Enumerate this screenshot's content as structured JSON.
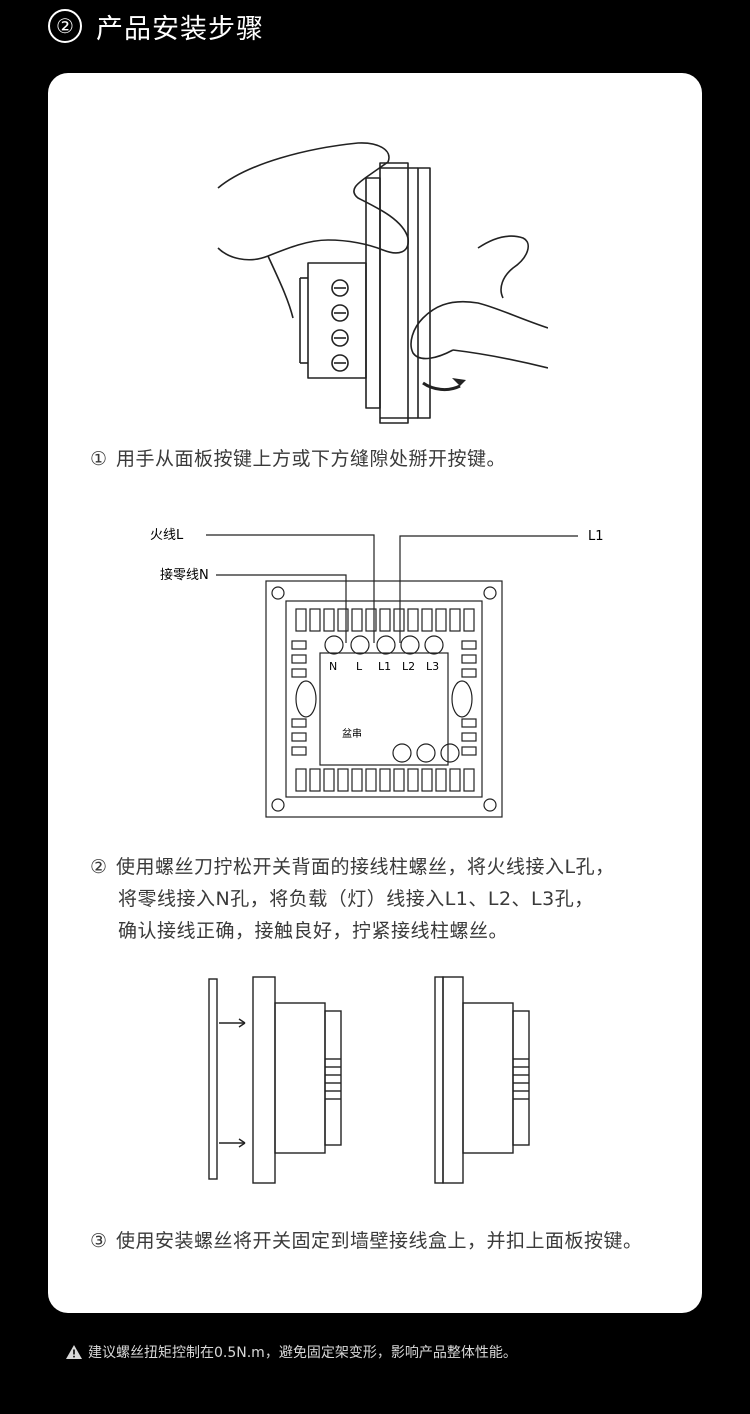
{
  "header": {
    "number": "②",
    "title": "产品安装步骤"
  },
  "steps": [
    {
      "number": "①",
      "lines": [
        "用手从面板按键上方或下方缝隙处掰开按键。"
      ]
    },
    {
      "number": "②",
      "lines": [
        "使用螺丝刀拧松开关背面的接线柱螺丝，将火线接入L孔，",
        "将零线接入N孔，将负载（灯）线接入L1、L2、L3孔，",
        "确认接线正确，接触良好，拧紧接线柱螺丝。"
      ]
    },
    {
      "number": "③",
      "lines": [
        "使用安装螺丝将开关固定到墙壁接线盒上，并扣上面板按键。"
      ]
    }
  ],
  "wiring": {
    "live_label": "火线L",
    "neutral_label": "接零线N",
    "load_label": "L1",
    "terminals": [
      "N",
      "L",
      "L1",
      "L2",
      "L3"
    ],
    "inner_label": "盆串"
  },
  "warning": {
    "icon": "warning-icon",
    "text": "建议螺丝扭矩控制在0.5N.m，避免固定架变形，影响产品整体性能。"
  }
}
